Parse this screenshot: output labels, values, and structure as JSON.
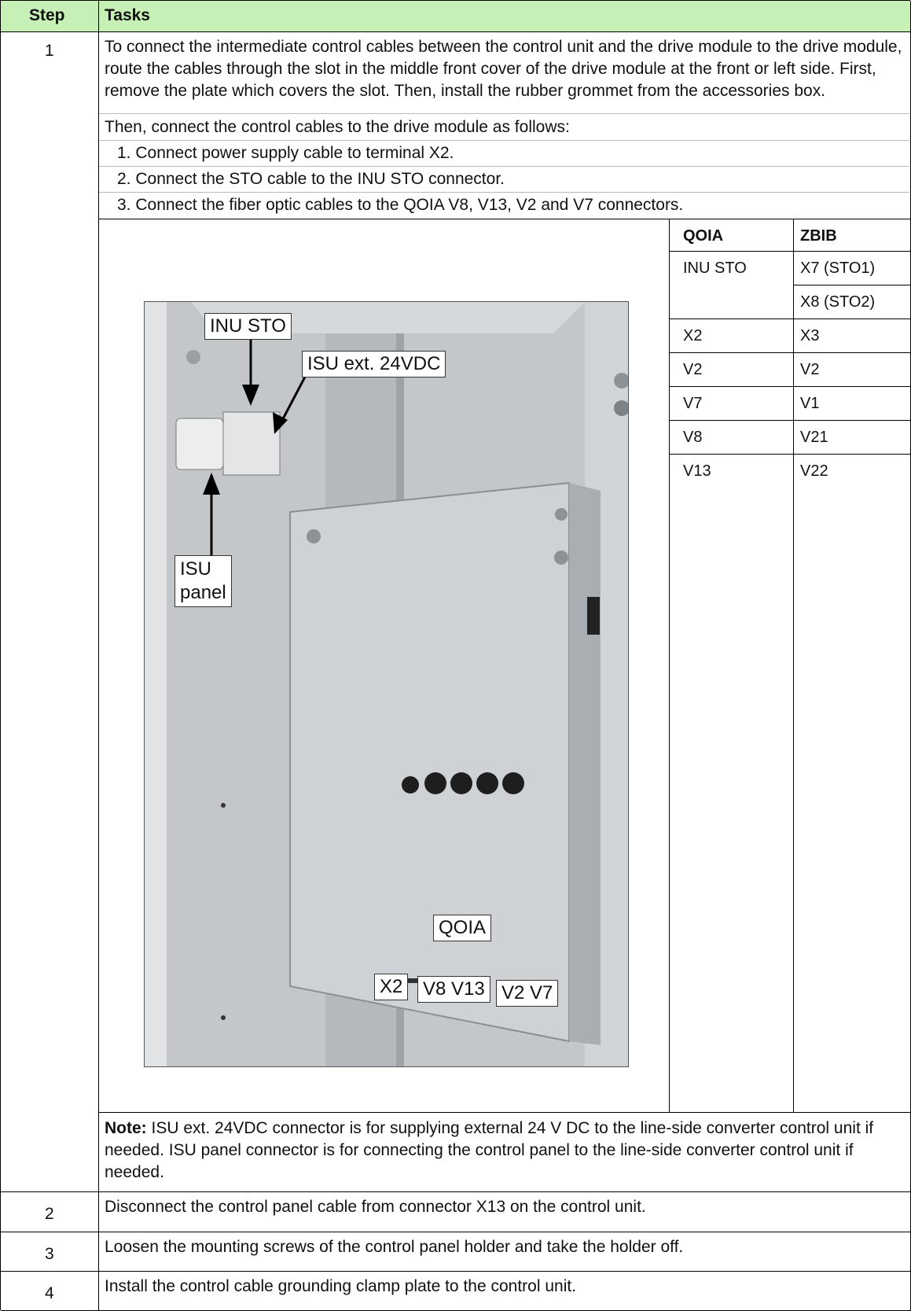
{
  "header": {
    "step": "Step",
    "tasks": "Tasks"
  },
  "step1": {
    "number": "1",
    "intro": "To connect the intermediate control cables between the control unit and the drive module to the drive module, route the cables through the slot in the middle front cover of the drive module at the front or left side. First, remove the plate which covers the slot. Then, install the rubber grommet from the accessories box.",
    "then": "Then, connect the control cables to the drive module as follows:",
    "list": [
      "1. Connect power supply cable to terminal X2.",
      "2. Connect the STO cable to the INU STO connector.",
      "3. Connect the fiber optic cables to the QOIA V8, V13, V2 and V7 connectors."
    ],
    "photo_labels": {
      "inu_sto": "INU STO",
      "isu_ext": "ISU ext. 24VDC",
      "isu_panel_1": "ISU",
      "isu_panel_2": "panel",
      "qoia": "QOIA",
      "x2": "X2",
      "v8v13": "V8 V13",
      "v2v7": "V2 V7"
    },
    "table": {
      "col1": "QOIA",
      "col2": "ZBIB",
      "rows": [
        [
          "INU STO",
          "X7 (STO1)"
        ],
        [
          "",
          "X8 (STO2)"
        ],
        [
          "X2",
          "X3"
        ],
        [
          "V2",
          "V2"
        ],
        [
          "V7",
          "V1"
        ],
        [
          "V8",
          "V21"
        ],
        [
          "V13",
          "V22"
        ]
      ]
    },
    "note_label": "Note:",
    "note": " ISU ext. 24VDC connector is for supplying external 24 V DC to the line-side converter control unit if needed. ISU panel connector is for connecting the control panel to the line-side converter control unit if needed."
  },
  "steps": [
    {
      "number": "2",
      "text": "Disconnect the control panel cable from connector X13 on the control unit."
    },
    {
      "number": "3",
      "text": "Loosen the mounting screws of the control panel holder and take the holder off."
    },
    {
      "number": "4",
      "text": "Install the control cable grounding clamp plate to the control unit."
    }
  ]
}
